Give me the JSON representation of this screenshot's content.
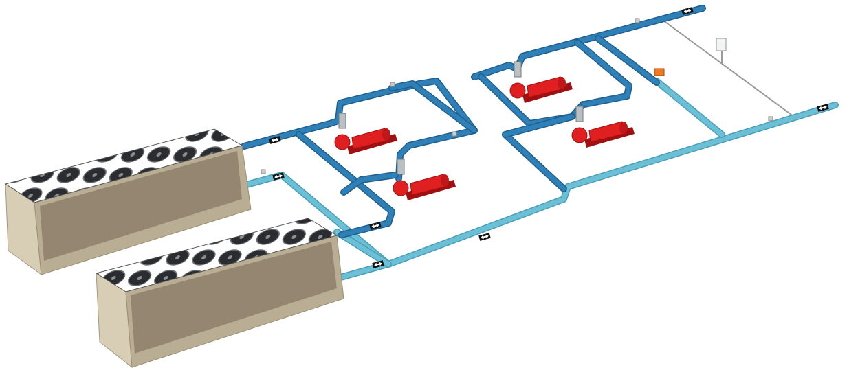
{
  "colors": {
    "supply_pipe": "#2f80b7",
    "supply_pipe_edge": "#1f5f8f",
    "return_pipe": "#6cc0d6",
    "return_pipe_edge": "#4a9fb8",
    "pump": "#e02020",
    "pump_dark": "#a01010",
    "chiller_frame": "#c9bfa6",
    "chiller_fan": "#3a3d42",
    "chiller_coil": "#b07a4a",
    "flow_tag": "#ffffff",
    "wire": "#9a9a9a"
  },
  "components": {
    "chillers": 2,
    "pumps": 4,
    "flow_arrows": 7
  }
}
